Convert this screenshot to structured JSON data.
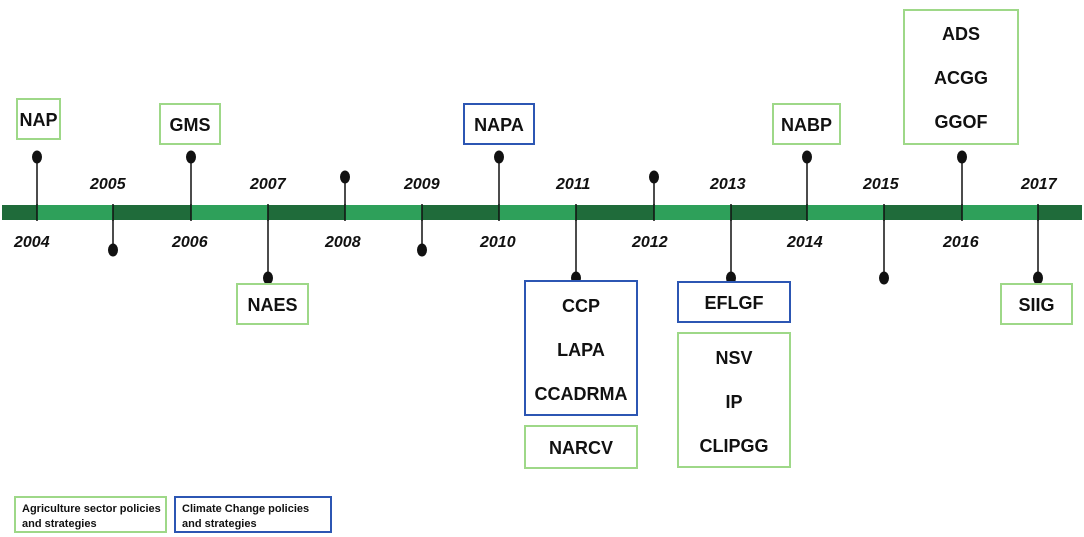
{
  "timeline": {
    "years_above": [
      "2005",
      "2007",
      "2009",
      "2011",
      "2013",
      "2015",
      "2017"
    ],
    "years_below": [
      "2004",
      "2006",
      "2008",
      "2010",
      "2012",
      "2014",
      "2016"
    ]
  },
  "policies": [
    {
      "id": "nap",
      "group": "agriculture",
      "lines": [
        "NAP"
      ]
    },
    {
      "id": "gms",
      "group": "agriculture",
      "lines": [
        "GMS"
      ]
    },
    {
      "id": "napa",
      "group": "climate",
      "lines": [
        "NAPA"
      ]
    },
    {
      "id": "nabp",
      "group": "agriculture",
      "lines": [
        "NABP"
      ]
    },
    {
      "id": "ads-acgg-ggof",
      "group": "agriculture",
      "lines": [
        "ADS",
        "ACGG",
        "GGOF"
      ]
    },
    {
      "id": "naes",
      "group": "agriculture",
      "lines": [
        "NAES"
      ]
    },
    {
      "id": "ccp-lapa-ccadrma",
      "group": "climate",
      "lines": [
        "CCP",
        "LAPA",
        "CCADRMA"
      ]
    },
    {
      "id": "narcv",
      "group": "agriculture",
      "lines": [
        "NARCV"
      ]
    },
    {
      "id": "eflgf",
      "group": "climate",
      "lines": [
        "EFLGF"
      ]
    },
    {
      "id": "nsv-ip-clipgg",
      "group": "agriculture",
      "lines": [
        "NSV",
        "IP",
        "CLIPGG"
      ]
    },
    {
      "id": "siig",
      "group": "agriculture",
      "lines": [
        "SIIG"
      ]
    }
  ],
  "legend": {
    "agriculture_line1": "Agriculture sector policies",
    "agriculture_line2": "and strategies",
    "climate_line1": "Climate Change policies",
    "climate_line2": "and strategies"
  },
  "colors": {
    "bar_dark": "#1f6b3a",
    "bar_light": "#2ea05a",
    "agriculture_border": "#9ed888",
    "climate_border": "#2c56b3"
  }
}
